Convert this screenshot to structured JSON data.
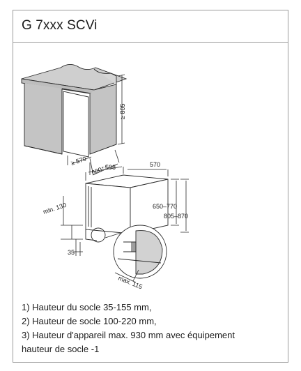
{
  "title": "G 7xxx SCVi",
  "dimensions": {
    "cabinet_height": "≥ 805",
    "cabinet_depth": "≥ 570",
    "cabinet_width": "600⁺⁴",
    "appliance_width": "598",
    "appliance_depth": "570",
    "appliance_height_1": "650–770",
    "appliance_height_2": "805–870",
    "plinth_min": "min. 130",
    "plinth_35": "35",
    "plinth_max": "max. 115"
  },
  "notes": [
    "1) Hauteur du socle 35-155 mm,",
    "2) Hauteur de socle 100-220 mm,",
    "3) Hauteur d'appareil max. 930 mm avec équipement",
    "hauteur de socle -1"
  ],
  "colors": {
    "cabinet_fill": "#c9c9c9",
    "line": "#2a2a2a",
    "zoom_fill": "#dadada"
  }
}
